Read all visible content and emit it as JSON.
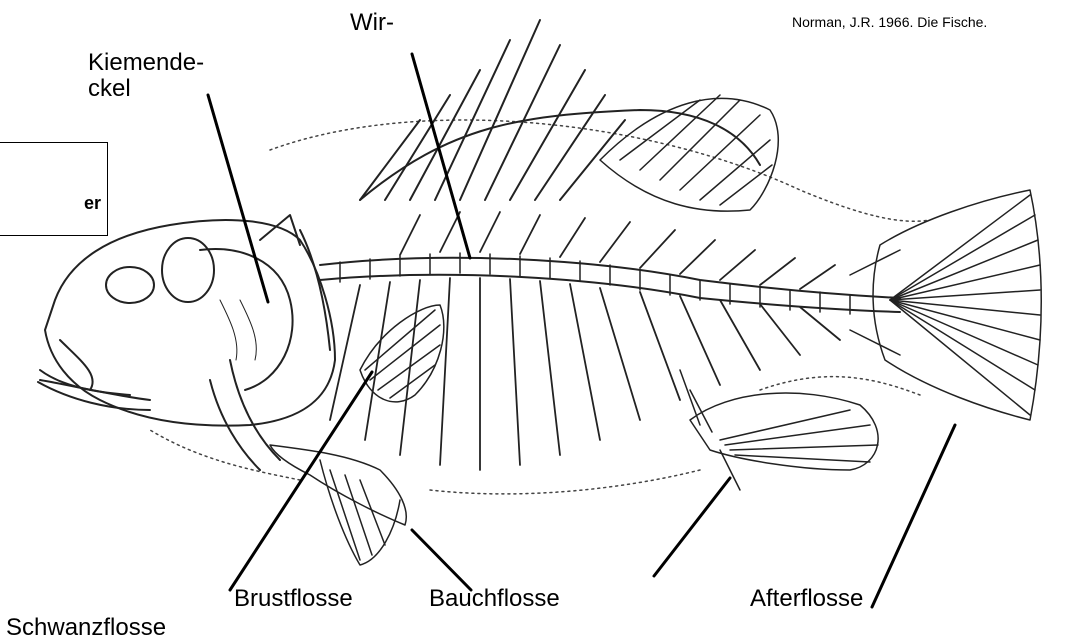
{
  "credit": "Norman, J.R. 1966. Die Fische.",
  "labels": {
    "kiemendeckel_line1": "Kiemende-",
    "kiemendeckel_line2": "ckel",
    "wirbelsaeule": "Wir-",
    "brustflosse": "Brustflosse",
    "bauchflosse": "Bauchflosse",
    "afterflosse": "Afterflosse",
    "schwanzflosse": "Schwanzflosse"
  },
  "side_box": {
    "visible_text": "er"
  }
}
